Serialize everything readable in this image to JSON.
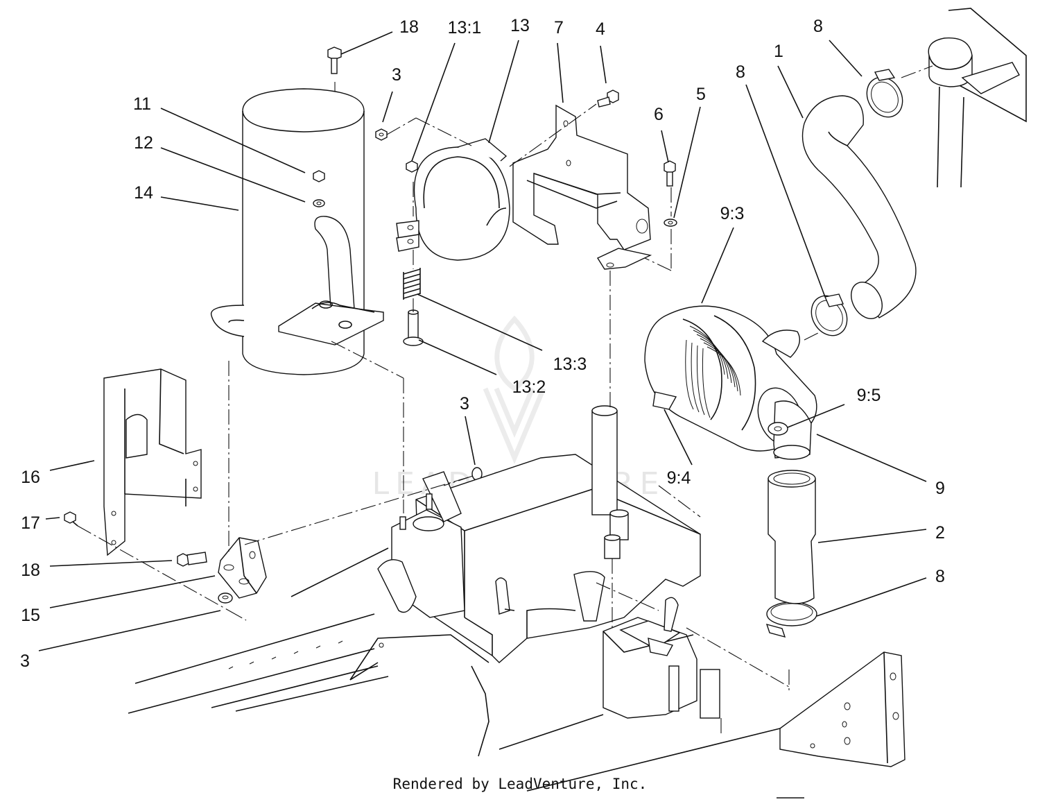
{
  "watermark": "LEADVENTURE",
  "footer_text": "Rendered by LeadVenture, Inc.",
  "callouts": [
    {
      "id": "c-18-top",
      "text": "18"
    },
    {
      "id": "c-13-1",
      "text": "13:1"
    },
    {
      "id": "c-13",
      "text": "13"
    },
    {
      "id": "c-7",
      "text": "7"
    },
    {
      "id": "c-4",
      "text": "4"
    },
    {
      "id": "c-8-top",
      "text": "8"
    },
    {
      "id": "c-1",
      "text": "1"
    },
    {
      "id": "c-8-mid",
      "text": "8"
    },
    {
      "id": "c-3-top",
      "text": "3"
    },
    {
      "id": "c-6",
      "text": "6"
    },
    {
      "id": "c-5",
      "text": "5"
    },
    {
      "id": "c-11",
      "text": "11"
    },
    {
      "id": "c-12",
      "text": "12"
    },
    {
      "id": "c-14",
      "text": "14"
    },
    {
      "id": "c-9-3",
      "text": "9:3"
    },
    {
      "id": "c-13-3",
      "text": "13:3"
    },
    {
      "id": "c-13-2",
      "text": "13:2"
    },
    {
      "id": "c-3-mid",
      "text": "3"
    },
    {
      "id": "c-9-5",
      "text": "9:5"
    },
    {
      "id": "c-16",
      "text": "16"
    },
    {
      "id": "c-9-4",
      "text": "9:4"
    },
    {
      "id": "c-9",
      "text": "9"
    },
    {
      "id": "c-17",
      "text": "17"
    },
    {
      "id": "c-2",
      "text": "2"
    },
    {
      "id": "c-18-bottom",
      "text": "18"
    },
    {
      "id": "c-8-bottom",
      "text": "8"
    },
    {
      "id": "c-15",
      "text": "15"
    },
    {
      "id": "c-3-bottom",
      "text": "3"
    }
  ]
}
